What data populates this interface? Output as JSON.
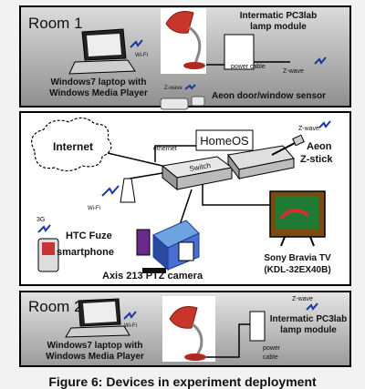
{
  "room1": {
    "title": "Room 1",
    "laptop_label_line1": "Windows7 laptop with",
    "laptop_label_line2": "Windows Media Player",
    "wifi_label": "Wi-Fi",
    "lamp_module_line1": "Intermatic PC3lab",
    "lamp_module_line2": "lamp module",
    "power_cable_label": "power cable",
    "zwave_right_label": "Z-wave",
    "zwave_sensor_label": "Z-wave",
    "sensor_label": "Aeon door/window sensor"
  },
  "core": {
    "internet_label": "Internet",
    "ethernet_label": "ethernet",
    "switch_label": "Switch",
    "homeos_label": "HomeOS",
    "zwave_label": "Z-wave",
    "zstick_line1": "Aeon",
    "zstick_line2": "Z-stick",
    "wifi_label": "Wi-Fi",
    "threeg_label": "3G",
    "phone_line1": "HTC Fuze",
    "phone_line2": "smartphone",
    "camera_label": "Axis 213 PTZ camera",
    "tv_line1": "Sony Bravia TV",
    "tv_line2": "(KDL-32EX40B)"
  },
  "room2": {
    "title": "Room 2",
    "laptop_label_line1": "Windows7 laptop with",
    "laptop_label_line2": "Windows Media Player",
    "wifi_label": "Wi-Fi",
    "zwave_label": "Z-wave",
    "lamp_module_line1": "Intermatic PC3lab",
    "lamp_module_line2": "lamp module",
    "power_label_line1": "power",
    "power_label_line2": "cable"
  },
  "caption": "Figure 6: Devices in experiment deployment",
  "colors": {
    "frame_gradient_top": "#cfcfcf",
    "frame_gradient_bottom": "#9a9a9a",
    "lamp_red": "#c8352b",
    "lamp_base": "#b0281f",
    "device_grey": "#d9d9d9",
    "tv_brown": "#7a4a10",
    "tv_screen": "#1f7a34",
    "camera_blue": "#4a6fd0",
    "camera_purple": "#6a2a8a",
    "wire_black": "#000000"
  }
}
